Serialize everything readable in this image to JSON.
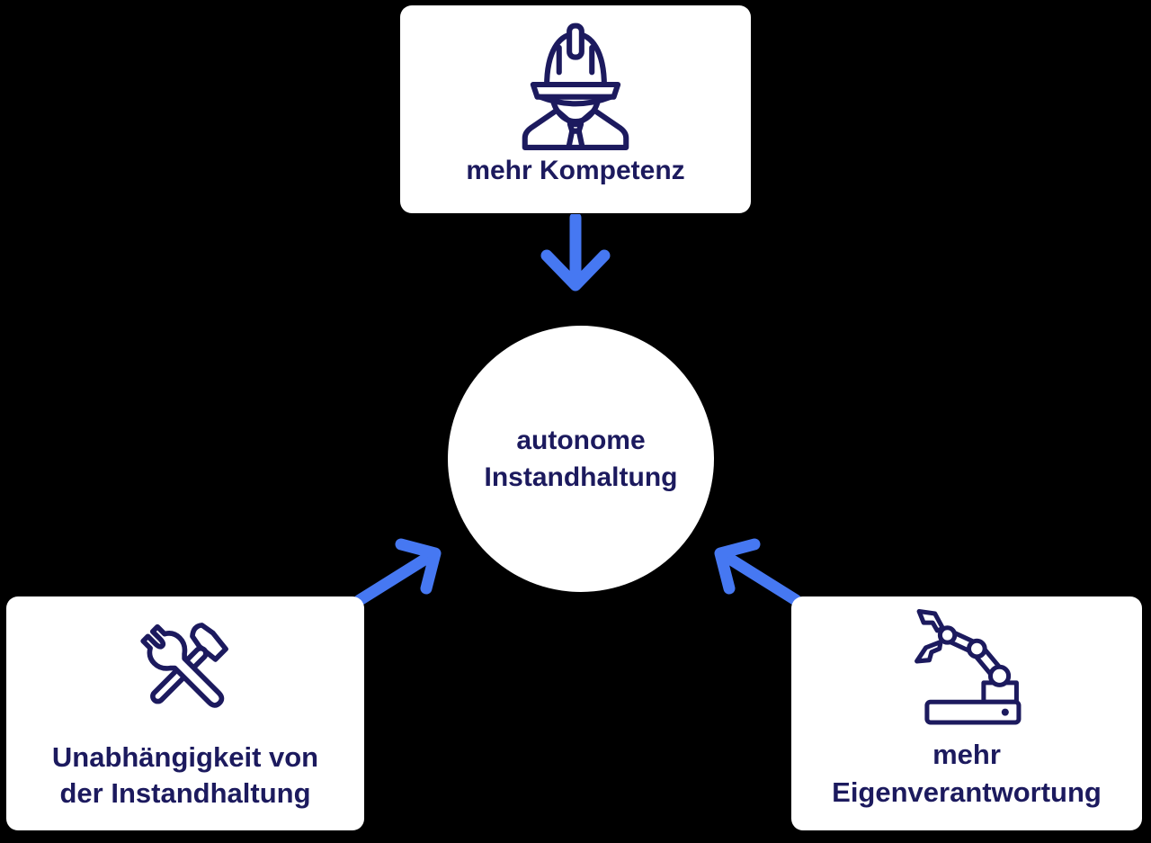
{
  "diagram_title": "autonome Instandhaltung",
  "colors": {
    "navy": "#1c1a5e",
    "blue": "#4678f2",
    "white": "#ffffff",
    "bg": "#000000"
  },
  "center": {
    "label": "autonome\nInstandhaltung"
  },
  "nodes": {
    "top": {
      "label": "mehr Kompetenz",
      "icon": "construction-worker-icon"
    },
    "left": {
      "label": "Unabhängigkeit von\nder Instandhaltung",
      "icon": "wrench-hammer-icon"
    },
    "right": {
      "label": "mehr\nEigenverantwortung",
      "icon": "robot-arm-icon"
    }
  },
  "arrows": [
    {
      "from": "mehr Kompetenz",
      "to": "autonome Instandhaltung",
      "direction": "down"
    },
    {
      "from": "Unabhängigkeit von der Instandhaltung",
      "to": "autonome Instandhaltung",
      "direction": "up-right"
    },
    {
      "from": "mehr Eigenverantwortung",
      "to": "autonome Instandhaltung",
      "direction": "up-left"
    }
  ]
}
